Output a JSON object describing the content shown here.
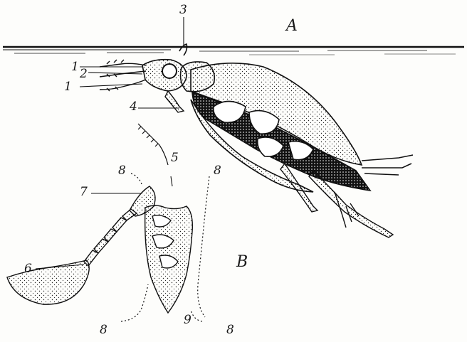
{
  "figure": {
    "labels": {
      "l1a": "1",
      "l2": "2",
      "l1b": "1",
      "l3": "3",
      "l4": "4",
      "l5": "5",
      "l6": "6",
      "l7": "7",
      "l8a": "8",
      "l8b": "8",
      "l8c": "8",
      "l8d": "8",
      "l9": "9",
      "panelA": "A",
      "panelB": "B"
    }
  }
}
